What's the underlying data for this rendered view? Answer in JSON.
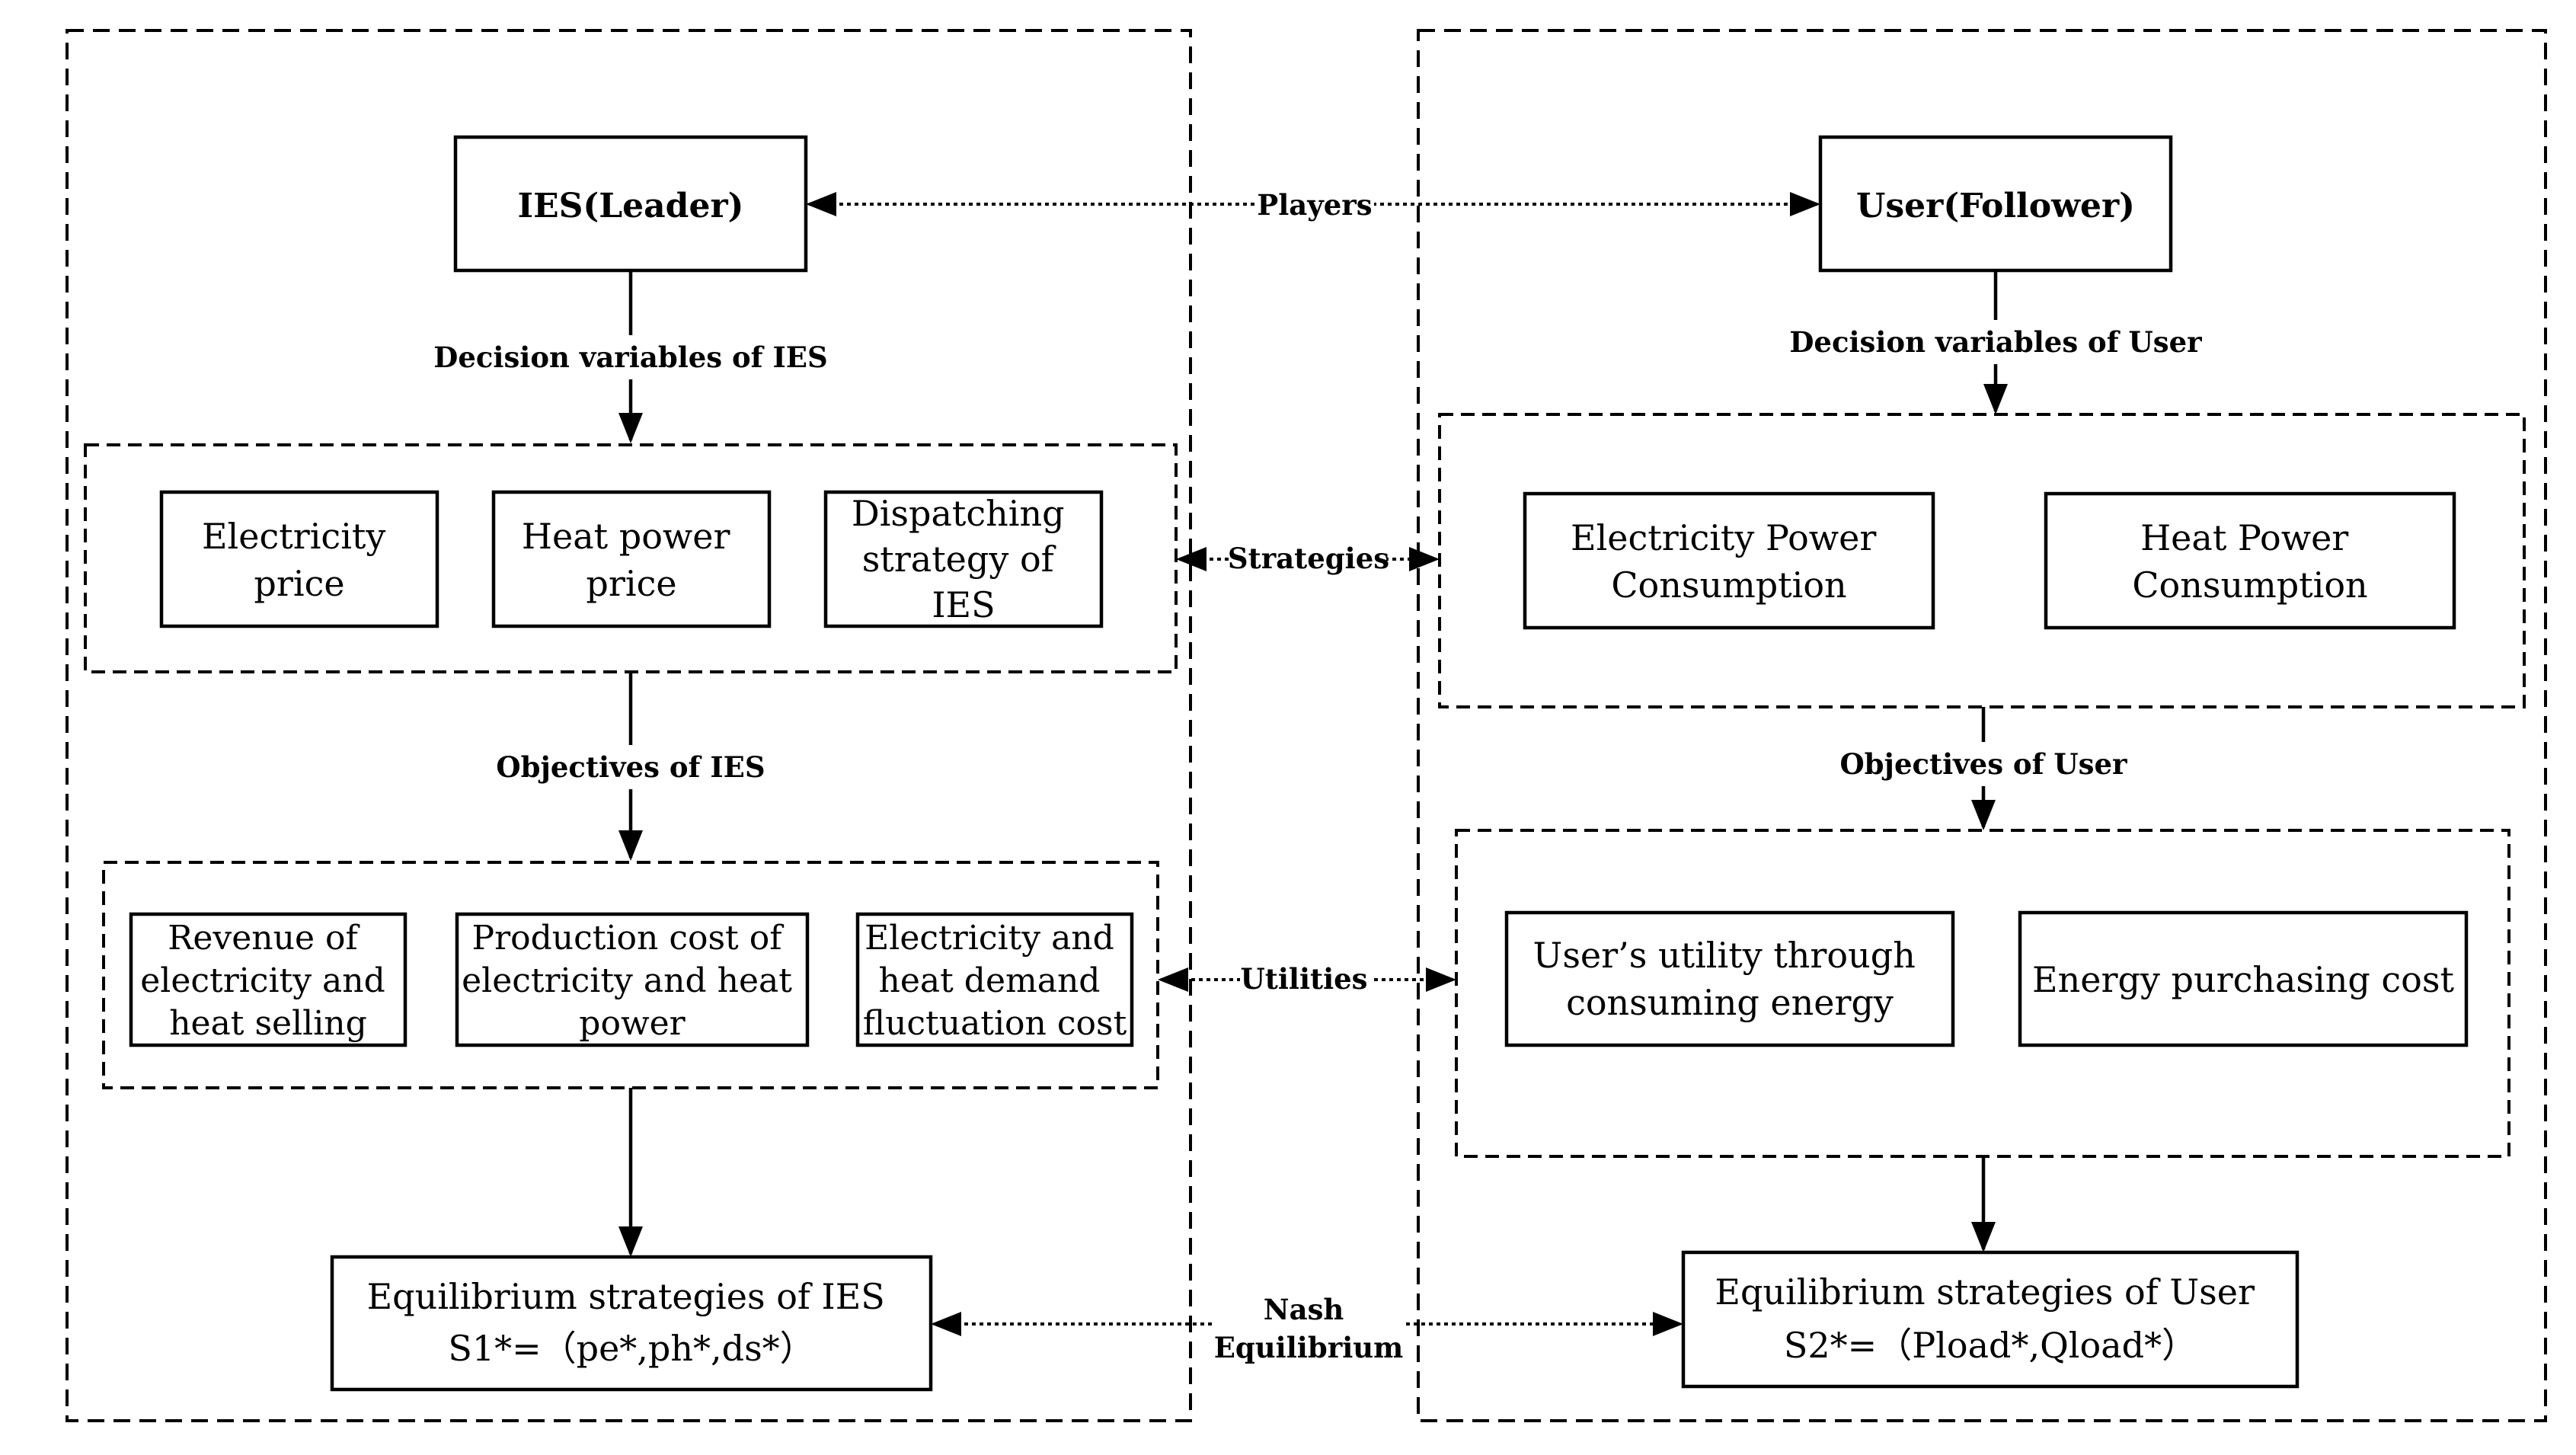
{
  "players": {
    "leader": "IES(Leader)",
    "follower": "User(Follower)",
    "link_label": "Players"
  },
  "left": {
    "decision_label": "Decision variables of IES",
    "strategies": [
      [
        "Electricity",
        "price"
      ],
      [
        "Heat power",
        "price"
      ],
      [
        "Dispatching",
        "strategy of",
        "IES"
      ]
    ],
    "objectives_label": "Objectives of IES",
    "utilities": [
      [
        "Revenue of",
        "electricity and",
        "heat selling"
      ],
      [
        "Production cost of",
        "electricity and heat",
        "power"
      ],
      [
        "Electricity and",
        "heat demand",
        "fluctuation cost"
      ]
    ],
    "equilibrium": [
      "Equilibrium strategies of IES",
      "S1*=（pe*,ph*,ds*）"
    ]
  },
  "right": {
    "decision_label": "Decision variables of User",
    "strategies": [
      [
        "Electricity Power",
        "Consumption"
      ],
      [
        "Heat Power",
        "Consumption"
      ]
    ],
    "objectives_label": "Objectives of User",
    "utilities": [
      [
        "User’s utility through",
        "consuming energy"
      ],
      [
        "Energy purchasing cost"
      ]
    ],
    "equilibrium": [
      "Equilibrium strategies of User",
      "S2*=（Pload*,Qload*）"
    ]
  },
  "links": {
    "strategies": "Strategies",
    "utilities": "Utilities",
    "nash": [
      "Nash",
      "Equilibrium"
    ]
  },
  "colors": {
    "stroke": "#000000",
    "background": "#ffffff"
  }
}
